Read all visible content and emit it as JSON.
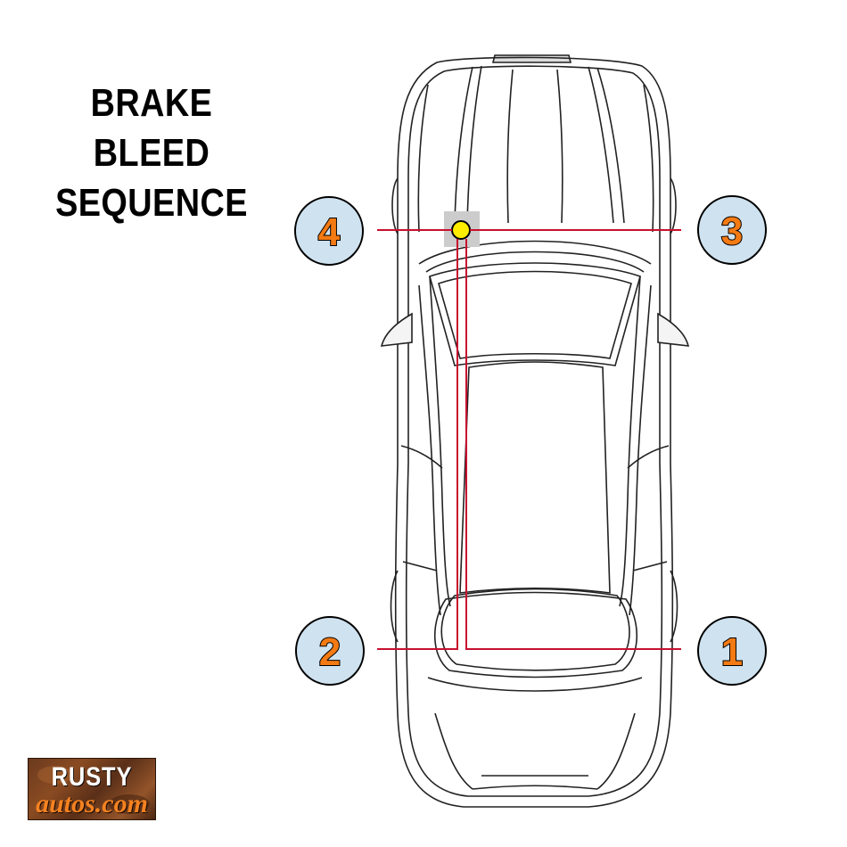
{
  "title": {
    "line1": "BRAKE BLEED",
    "line2": "SEQUENCE"
  },
  "badges": [
    {
      "id": "badge-4",
      "number": "4",
      "position": "front-left"
    },
    {
      "id": "badge-3",
      "number": "3",
      "position": "front-right"
    },
    {
      "id": "badge-2",
      "number": "2",
      "position": "rear-left"
    },
    {
      "id": "badge-1",
      "number": "1",
      "position": "rear-right"
    }
  ],
  "logo": {
    "line1": "RUSTY",
    "line2": "autos.com"
  },
  "colors": {
    "badge_fill": "#cfe2f0",
    "badge_text": "#f47a13",
    "brake_line": "#c8102e",
    "master_cylinder": "#ffee00"
  }
}
